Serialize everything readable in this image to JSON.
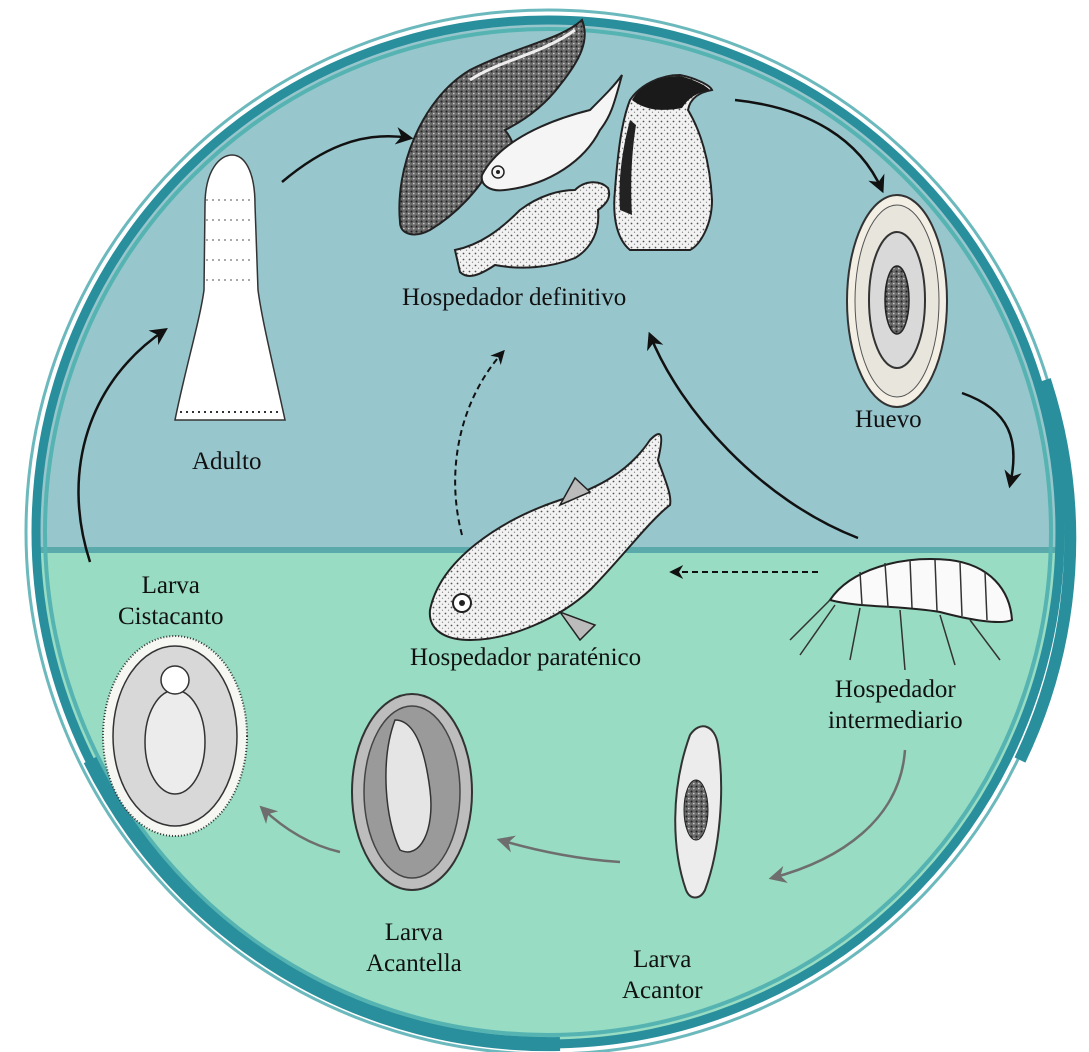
{
  "colors": {
    "upper_zone": "#98c6cd",
    "lower_zone": "#97dcc3",
    "ring_outer": "#2a8f9c",
    "ring_inner": "#4fb0b3",
    "divider": "#5aa9ab",
    "arrow_black": "#111111",
    "arrow_grey": "#6e6e6e"
  },
  "labels": {
    "definitive_host": "Hospedador  definitivo",
    "adult": "Adulto",
    "egg": "Huevo",
    "paratenic_host": "Hospedador  paraténico",
    "intermediate_host_1": "Hospedador",
    "intermediate_host_2": "intermediario",
    "cystacanth_1": "Larva",
    "cystacanth_2": "Cistacanto",
    "acanthella_1": "Larva",
    "acanthella_2": "Acantella",
    "acanthor_1": "Larva",
    "acanthor_2": "Acantor"
  },
  "icons": {
    "dolphin": "dolphin-illustration",
    "fish_small": "fish-illustration",
    "seal": "seal-illustration",
    "penguin": "penguin-illustration",
    "egg": "acanthocephalan-egg-illustration",
    "adult": "adult-worm-illustration",
    "paratenic_fish": "fish-illustration",
    "amphipod": "amphipod-illustration",
    "cystacanth": "cystacanth-larva-illustration",
    "acanthella": "acanthella-larva-illustration",
    "acanthor": "acanthor-larva-illustration"
  }
}
